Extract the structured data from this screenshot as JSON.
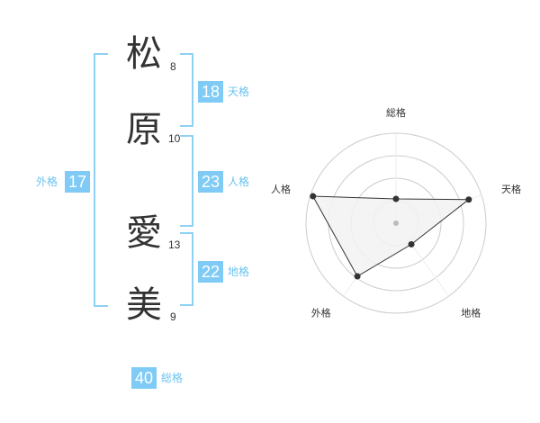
{
  "name": {
    "characters": [
      {
        "char": "松",
        "strokes": "8"
      },
      {
        "char": "原",
        "strokes": "10"
      },
      {
        "char": "愛",
        "strokes": "13"
      },
      {
        "char": "美",
        "strokes": "9"
      }
    ]
  },
  "scores": {
    "tenkaku": {
      "value": "18",
      "label": "天格"
    },
    "jinkaku": {
      "value": "23",
      "label": "人格"
    },
    "chikaku": {
      "value": "22",
      "label": "地格"
    },
    "gaikaku": {
      "value": "17",
      "label": "外格"
    },
    "soukaku": {
      "value": "40",
      "label": "総格"
    }
  },
  "colors": {
    "accent": "#7fcbf5",
    "label": "#6cc3f0",
    "text": "#333333",
    "grid": "#cccccc"
  },
  "chart_data": {
    "type": "radar",
    "axes": [
      "総格",
      "天格",
      "地格",
      "外格",
      "人格"
    ],
    "values": [
      0.27,
      0.85,
      0.29,
      0.73,
      0.97
    ],
    "range": [
      0,
      1
    ],
    "grid_rings": 4,
    "grid": true
  }
}
